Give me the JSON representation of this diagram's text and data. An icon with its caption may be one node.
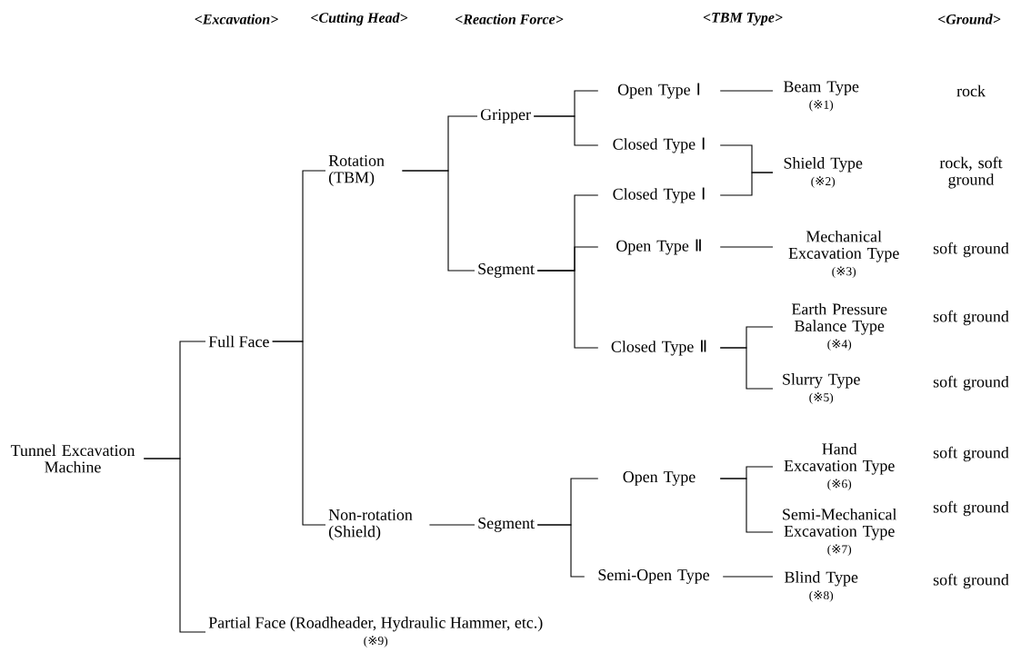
{
  "diagram": {
    "nodes": [
      {
        "text": [
          "Tunnel Excavation Machine"
        ]
      },
      {
        "text": [
          "Full Face"
        ]
      },
      {
        "text": [
          "Partial Face (Roadheader, Hydraulic Hammer, etc.)",
          "(※9)"
        ]
      },
      {
        "text": [
          "Rotation (TBM)"
        ]
      },
      {
        "text": [
          "Non-rotation (Shield)"
        ]
      },
      {
        "text": [
          "Gripper"
        ]
      },
      {
        "text": [
          "Segment"
        ]
      },
      {
        "text": [
          "Segment"
        ]
      },
      {
        "text": [
          "Open Type Ⅰ"
        ]
      },
      {
        "text": [
          "Closed Type Ⅰ"
        ]
      },
      {
        "text": [
          "Closed Type Ⅰ"
        ]
      },
      {
        "text": [
          "Open Type Ⅱ"
        ]
      },
      {
        "text": [
          "Closed Type Ⅱ"
        ]
      },
      {
        "text": [
          "Open Type"
        ]
      },
      {
        "text": [
          "Semi-Open Type"
        ]
      },
      {
        "text": [
          "Beam Type",
          "(※1)"
        ]
      },
      {
        "text": [
          "Shield Type",
          "(※2)"
        ]
      },
      {
        "text": [
          "Mechanical Excavation Type",
          "(※3)"
        ]
      },
      {
        "text": [
          "Earth Pressure Balance Type",
          "(※4)"
        ]
      },
      {
        "text": [
          "Slurry Type",
          "(※5)"
        ]
      },
      {
        "text": [
          "Hand Excavation Type",
          "(※6)"
        ]
      },
      {
        "text": [
          "Semi-Mechanical Excavation Type",
          "(※7)"
        ]
      },
      {
        "text": [
          "Blind Type",
          "(※8)"
        ]
      }
    ],
    "edges": [
      {
        "from": 0,
        "to": 1,
        "arrow": "none"
      },
      {
        "from": 0,
        "to": 2,
        "arrow": "none"
      },
      {
        "from": 1,
        "to": 3,
        "arrow": "none"
      },
      {
        "from": 1,
        "to": 4,
        "arrow": "none"
      },
      {
        "from": 3,
        "to": 5,
        "arrow": "none"
      },
      {
        "from": 3,
        "to": 6,
        "arrow": "none"
      },
      {
        "from": 4,
        "to": 7,
        "arrow": "none"
      },
      {
        "from": 5,
        "to": 8,
        "arrow": "none"
      },
      {
        "from": 5,
        "to": 9,
        "arrow": "none"
      },
      {
        "from": 6,
        "to": 10,
        "arrow": "none"
      },
      {
        "from": 6,
        "to": 11,
        "arrow": "none"
      },
      {
        "from": 6,
        "to": 12,
        "arrow": "none"
      },
      {
        "from": 7,
        "to": 13,
        "arrow": "none"
      },
      {
        "from": 7,
        "to": 14,
        "arrow": "none"
      },
      {
        "from": 8,
        "to": 15,
        "arrow": "none"
      },
      {
        "from": 9,
        "to": 16,
        "arrow": "none"
      },
      {
        "from": 10,
        "to": 16,
        "arrow": "none"
      },
      {
        "from": 11,
        "to": 17,
        "arrow": "none"
      },
      {
        "from": 12,
        "to": 18,
        "arrow": "none"
      },
      {
        "from": 12,
        "to": 19,
        "arrow": "none"
      },
      {
        "from": 13,
        "to": 20,
        "arrow": "none"
      },
      {
        "from": 13,
        "to": 21,
        "arrow": "none"
      },
      {
        "from": 14,
        "to": 22,
        "arrow": "none"
      }
    ],
    "labels": [
      "<Excavation>",
      "<Cutting Head>",
      "<Reaction Force>",
      "<TBM Type>",
      "<Ground>",
      "rock",
      "rock, soft ground",
      "soft ground",
      "soft ground",
      "soft ground",
      "soft ground",
      "soft ground",
      "soft ground"
    ]
  }
}
